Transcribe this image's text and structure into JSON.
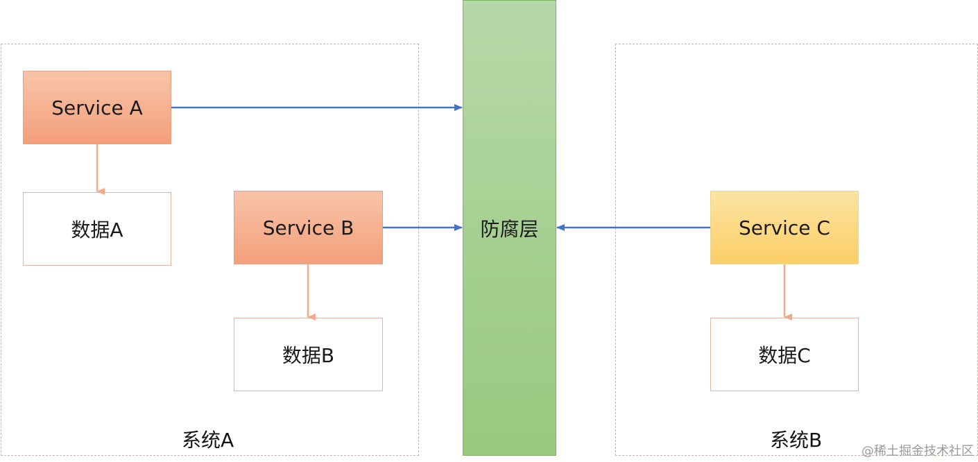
{
  "system_a": {
    "label": "系统A"
  },
  "system_b": {
    "label": "系统B"
  },
  "acl": {
    "label": "防腐层"
  },
  "services": {
    "a": "Service A",
    "b": "Service B",
    "c": "Service C"
  },
  "data": {
    "a": "数据A",
    "b": "数据B",
    "c": "数据C"
  },
  "watermark": "@稀土掘金技术社区",
  "colors": {
    "service_orange": "#f39f7a",
    "service_yellow": "#fbcf68",
    "acl_green": "#96c97e",
    "blue_arrow": "#4472c4",
    "orange_arrow": "#f0a989"
  }
}
